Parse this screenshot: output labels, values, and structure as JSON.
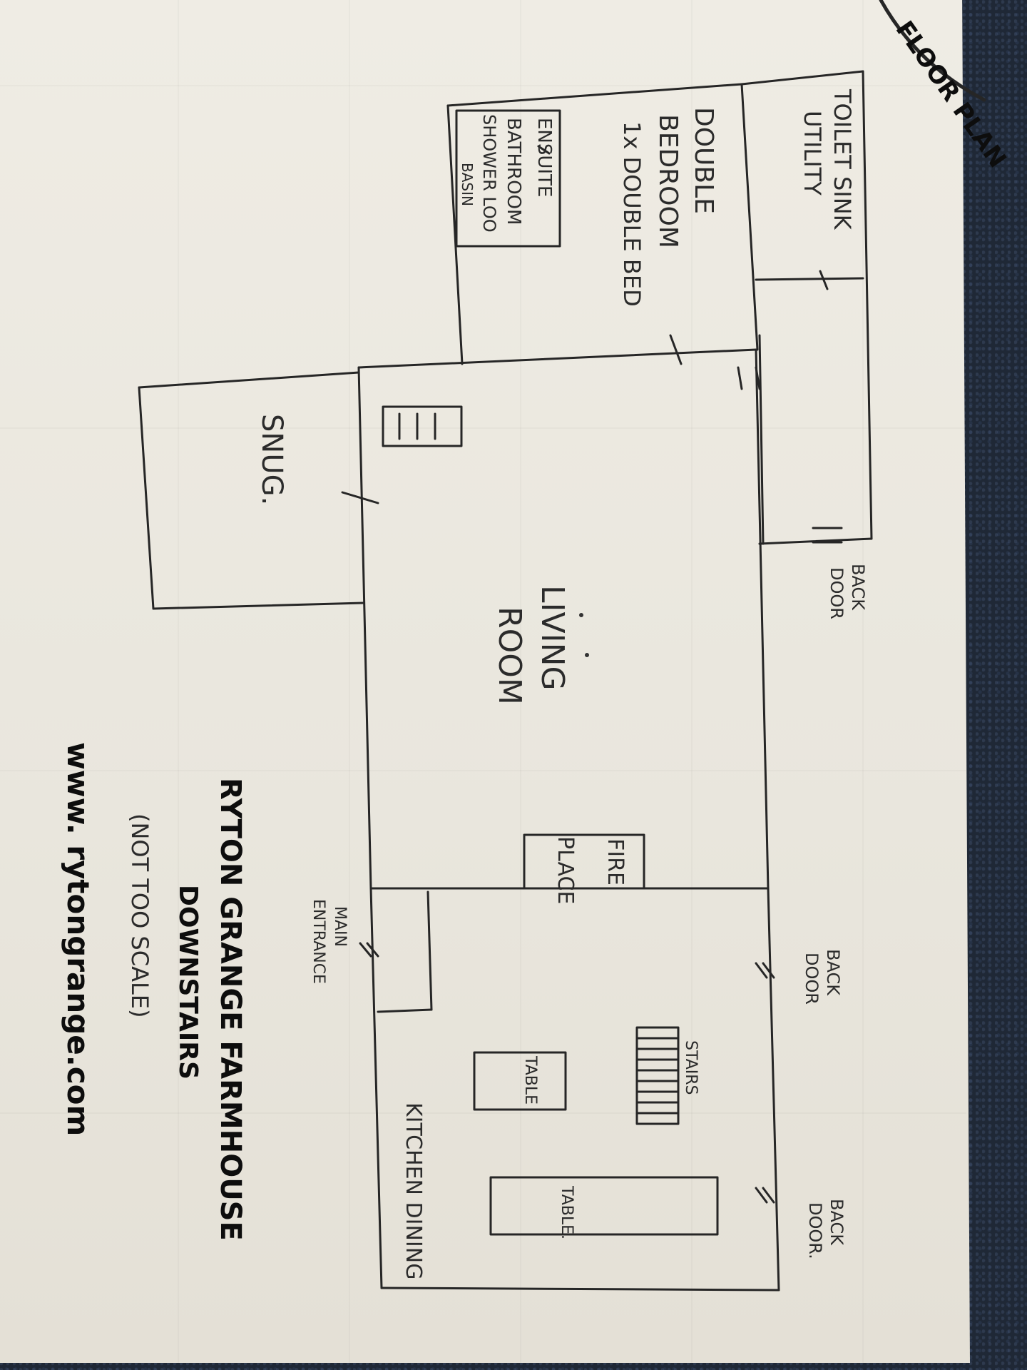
{
  "corner_tag": "FLOOR PLAN",
  "rooms": {
    "toilet": "TOILET SINK",
    "utility": "UTILITY",
    "double_bedroom_title": "DOUBLE",
    "double_bedroom_sub": "BEDROOM",
    "double_bedroom_bed": "1x DOUBLE BED",
    "ensuite": "ENSUITE",
    "bathroom": "BATHROOM",
    "shower_line": "SHOWER LOO",
    "basin": "BASIN",
    "snug": "SNUG.",
    "living_line1": "LIVING",
    "living_line2": "ROOM",
    "fire_line1": "FIRE",
    "fire_line2": "PLACE",
    "kitchen": "KITCHEN DINING",
    "stairs": "STAIRS",
    "table1": "TABLE",
    "table2": "TABLE."
  },
  "doors": {
    "back_door_1": [
      "BACK",
      "DOOR"
    ],
    "back_door_2": [
      "BACK",
      "DOOR"
    ],
    "back_door_3": [
      "BACK",
      "DOOR."
    ],
    "main_entrance": [
      "MAIN",
      "ENTRANCE"
    ]
  },
  "footer": {
    "title": "RYTON GRANGE FARMHOUSE",
    "subtitle": "DOWNSTAIRS",
    "note": "(NOT TOO SCALE)",
    "website": "www. rytongrange.com"
  }
}
